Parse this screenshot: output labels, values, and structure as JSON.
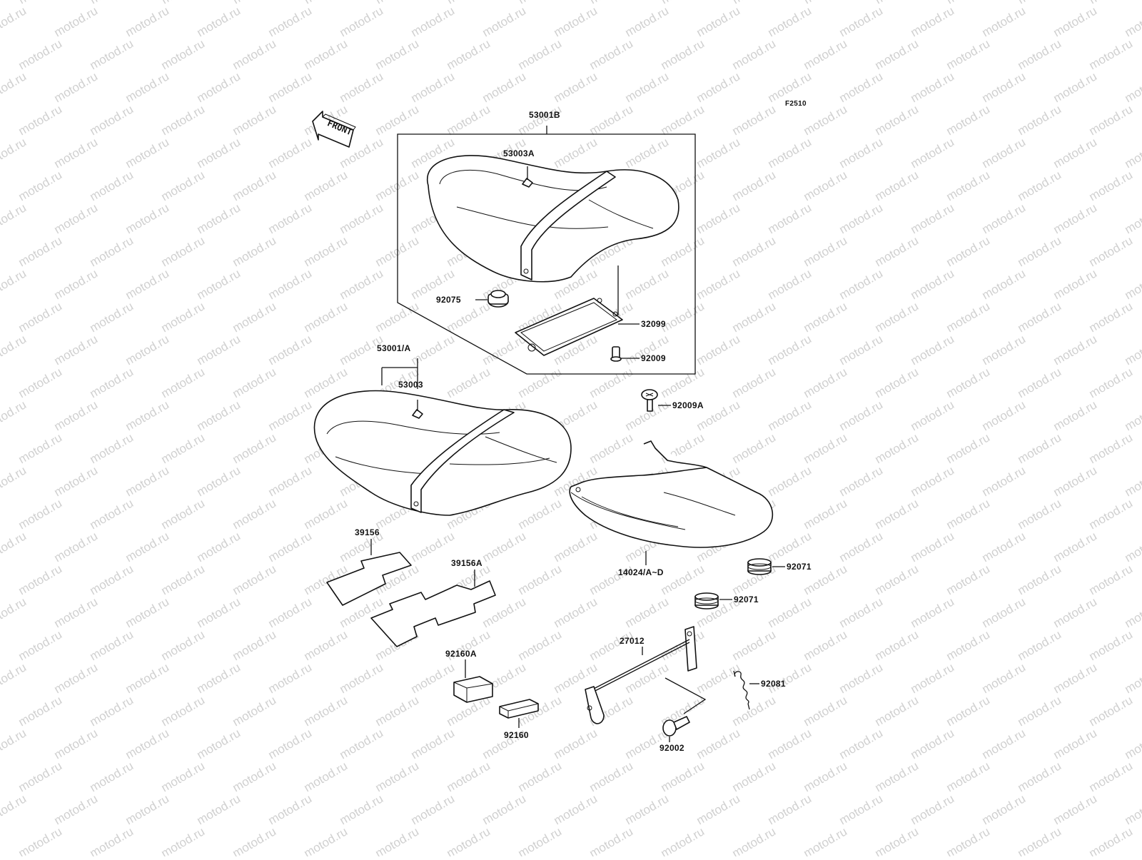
{
  "watermark": "motod.ru",
  "figure_code": "F2510",
  "front_badge": "FRONT",
  "labels": {
    "p53001B": "53001B",
    "p53003A": "53003A",
    "p92075": "92075",
    "p32099": "32099",
    "p92009": "92009",
    "p53001A": "53001/A",
    "p53003": "53003",
    "p92009A": "92009A",
    "p39156": "39156",
    "p39156A": "39156A",
    "p14024": "14024/A~D",
    "p92071a": "92071",
    "p92071b": "92071",
    "p27012": "27012",
    "p92081": "92081",
    "p92160A": "92160A",
    "p92160": "92160",
    "p92002": "92002"
  }
}
